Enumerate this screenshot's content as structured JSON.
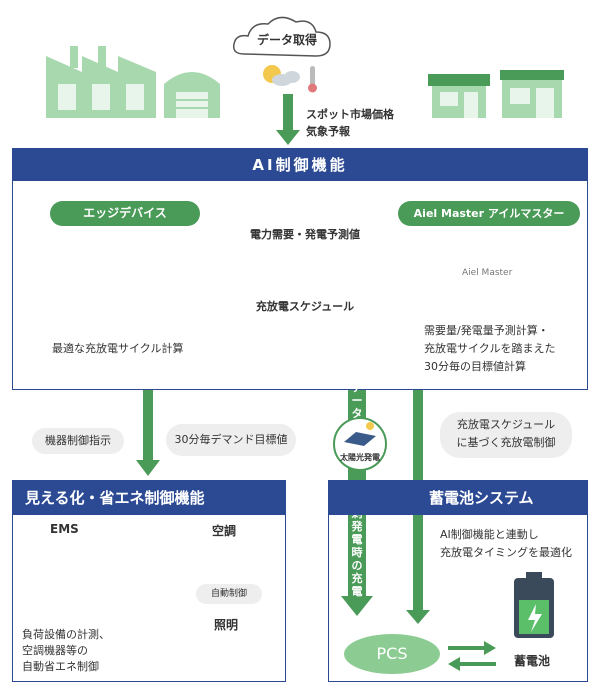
{
  "cloud": {
    "label": "データ取得"
  },
  "inputs": {
    "line1": "スポット市場価格",
    "line2": "気象予報"
  },
  "ai_panel": {
    "title": "AI制御機能",
    "edge_device": "エッジデバイス",
    "aiel_master": "Aiel Master アイルマスター",
    "arrow_left_label": "電力需要・発電予測値",
    "arrow_right_label": "充放電スケジュール",
    "edge_desc": "最適な充放電サイクル計算",
    "master_desc": [
      "需要量/発電量予測計算・",
      "充放電サイクルを踏まえた",
      "30分毎の目標値計算"
    ],
    "device_brand": "Aiel Master"
  },
  "middle": {
    "pill_control": "機器制御指示",
    "pill_demand": "30分毎デマンド目標値",
    "pill_schedule": [
      "充放電スケジュール",
      "に基づく充放電制御"
    ],
    "vertical_generation": "発電量データ",
    "solar_label": "太陽光発電",
    "vertical_surplus": "余剰発電時の充電"
  },
  "ems_panel": {
    "title": "見える化・省エネ制御機能",
    "ems": "EMS",
    "aircon": "空調",
    "auto_control": "自動制御",
    "lighting": "照明",
    "desc": [
      "負荷設備の計測、",
      "空調機器等の",
      "自動省エネ制御"
    ]
  },
  "battery_panel": {
    "title": "蓄電池システム",
    "desc": [
      "AI制御機能と連動し",
      "充放電タイミングを最適化"
    ],
    "pcs": "PCS",
    "battery": "蓄電池"
  },
  "colors": {
    "navy": "#2c4a93",
    "green": "#4a9a58",
    "light_green": "#8ccc92"
  }
}
